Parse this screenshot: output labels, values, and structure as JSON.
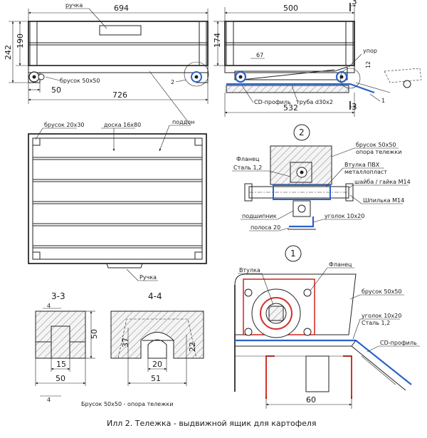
{
  "caption": "Илл 2. Тележка - выдвижной ящик для картофеля",
  "front_view": {
    "dim_top": "694",
    "dim_bottom": "726",
    "dim_left_outer": "242",
    "dim_left_inner": "190",
    "dim_small": "50",
    "label_handle": "ручка",
    "label_bar": "брусок 50х50",
    "callout_2": "2"
  },
  "side_view": {
    "dim_top": "500",
    "dim_height": "174",
    "dim_67": "67",
    "dim_12": "12",
    "dim_bottom": "532",
    "section_mark": "3",
    "label_stop": "упор",
    "label_cd": "CD-профиль",
    "label_pipe": "труба d30х2",
    "callout_1": "1"
  },
  "plan_view": {
    "label_bar20": "брусок 20х30",
    "label_board": "доска 16х80",
    "label_pallet": "поддон",
    "label_handle": "Ручка"
  },
  "detail_2": {
    "title": "2",
    "label_bar": "брусок 50х50",
    "label_support": "опора тележки",
    "label_flange": "Фланец",
    "label_steel": "Сталь 1,2",
    "label_bushing": "Втулка ПВХ",
    "label_metal": "металлопласт",
    "label_washer": "шайба / гайка М14",
    "label_stud": "Шпилька М14",
    "label_bearing": "подшипник",
    "label_angle": "уголок 10х20",
    "label_strip": "полоса 20"
  },
  "detail_1": {
    "title": "1",
    "label_bushing": "Втулка",
    "label_flange": "Фланец",
    "label_bar": "брусок 50х50",
    "label_angle": "уголок 10х20",
    "label_steel": "Сталь 1,2",
    "label_cd": "CD-профиль",
    "dim_60": "60"
  },
  "section_33": {
    "title": "3-3",
    "dim_4": "4",
    "dim_50_right": "50",
    "dim_15": "15",
    "dim_50_bottom": "50",
    "dim_4_bottom": "4"
  },
  "section_44": {
    "title": "4-4",
    "dim_37": "37",
    "dim_22": "22",
    "dim_20": "20",
    "dim_51": "51",
    "label_bar": "Брусок 50х50 - опора тележки"
  }
}
